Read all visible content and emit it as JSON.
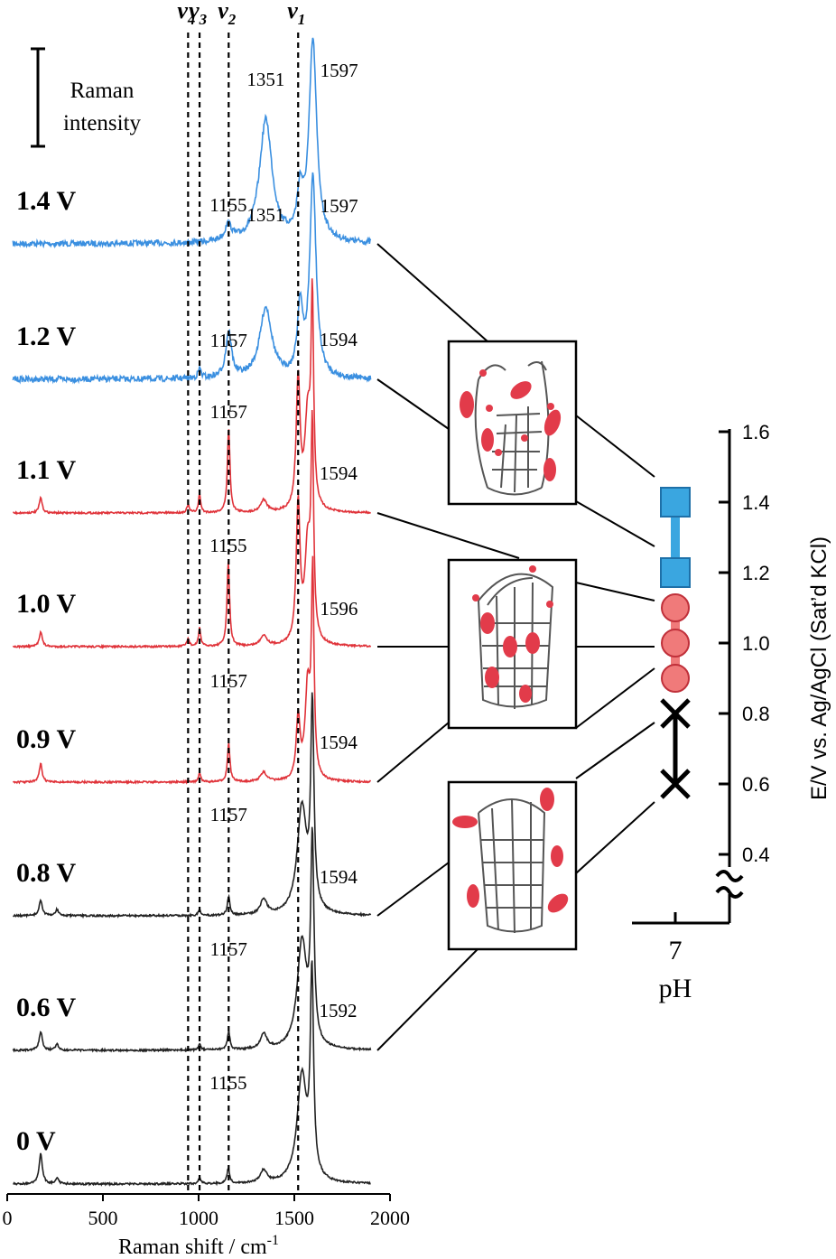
{
  "chart_data": [
    {
      "type": "line",
      "title": "",
      "xlabel": "Raman shift / cm",
      "xlabel_superscript": "-1",
      "ylabel": "",
      "xlim": [
        0,
        2000
      ],
      "xticks": [
        0,
        500,
        1000,
        1500,
        2000
      ],
      "scale_bar_label": [
        "Raman",
        "intensity"
      ],
      "mode_lines": [
        {
          "mode": "ν",
          "sub": "4",
          "x": 945
        },
        {
          "mode": "ν",
          "sub": "3",
          "x": 1005
        },
        {
          "mode": "ν",
          "sub": "2",
          "x": 1157
        },
        {
          "mode": "ν",
          "sub": "1",
          "x": 1520
        }
      ],
      "series": [
        {
          "name": "1.4 V",
          "color": "#3a8fe0",
          "peaks": [
            {
              "x": 1155,
              "h": 0.1,
              "w": 22
            },
            {
              "x": 1351,
              "h": 0.8,
              "w": 40
            },
            {
              "x": 1530,
              "h": 0.28,
              "w": 18
            },
            {
              "x": 1597,
              "h": 1.3,
              "w": 24
            }
          ],
          "labels": [
            {
              "x": 1155,
              "text": "1155"
            },
            {
              "x": 1351,
              "text": "1351"
            },
            {
              "x": 1597,
              "text": "1597"
            }
          ]
        },
        {
          "name": "1.2 V",
          "color": "#3a8fe0",
          "peaks": [
            {
              "x": 1005,
              "h": 0.06,
              "w": 10
            },
            {
              "x": 1157,
              "h": 0.3,
              "w": 18
            },
            {
              "x": 1351,
              "h": 0.46,
              "w": 38
            },
            {
              "x": 1530,
              "h": 0.45,
              "w": 16
            },
            {
              "x": 1597,
              "h": 1.3,
              "w": 20
            }
          ],
          "labels": [
            {
              "x": 1157,
              "text": "1157"
            },
            {
              "x": 1351,
              "text": "1351"
            },
            {
              "x": 1597,
              "text": "1597"
            }
          ]
        },
        {
          "name": "1.1 V",
          "color": "#e0333a",
          "peaks": [
            {
              "x": 175,
              "h": 0.1,
              "w": 9
            },
            {
              "x": 945,
              "h": 0.05,
              "w": 8
            },
            {
              "x": 1005,
              "h": 0.12,
              "w": 7
            },
            {
              "x": 1157,
              "h": 0.55,
              "w": 8
            },
            {
              "x": 1340,
              "h": 0.08,
              "w": 20
            },
            {
              "x": 1520,
              "h": 0.85,
              "w": 12
            },
            {
              "x": 1570,
              "h": 0.6,
              "w": 18
            },
            {
              "x": 1594,
              "h": 1.3,
              "w": 8
            }
          ],
          "labels": [
            {
              "x": 1157,
              "text": "1157"
            },
            {
              "x": 1594,
              "text": "1594"
            }
          ]
        },
        {
          "name": "1.0 V",
          "color": "#e0333a",
          "peaks": [
            {
              "x": 175,
              "h": 0.1,
              "w": 9
            },
            {
              "x": 945,
              "h": 0.05,
              "w": 8
            },
            {
              "x": 1005,
              "h": 0.12,
              "w": 7
            },
            {
              "x": 1155,
              "h": 0.55,
              "w": 8
            },
            {
              "x": 1340,
              "h": 0.07,
              "w": 20
            },
            {
              "x": 1520,
              "h": 0.9,
              "w": 12
            },
            {
              "x": 1570,
              "h": 0.62,
              "w": 18
            },
            {
              "x": 1594,
              "h": 1.3,
              "w": 8
            }
          ],
          "labels": [
            {
              "x": 1155,
              "text": "1155"
            },
            {
              "x": 1594,
              "text": "1594"
            }
          ]
        },
        {
          "name": "0.9 V",
          "color": "#e0333a",
          "peaks": [
            {
              "x": 175,
              "h": 0.12,
              "w": 9
            },
            {
              "x": 1005,
              "h": 0.06,
              "w": 7
            },
            {
              "x": 1157,
              "h": 0.25,
              "w": 8
            },
            {
              "x": 1340,
              "h": 0.06,
              "w": 20
            },
            {
              "x": 1520,
              "h": 0.4,
              "w": 12
            },
            {
              "x": 1570,
              "h": 0.6,
              "w": 16
            },
            {
              "x": 1596,
              "h": 1.3,
              "w": 8
            }
          ],
          "labels": [
            {
              "x": 1157,
              "text": "1157"
            },
            {
              "x": 1596,
              "text": "1596"
            }
          ]
        },
        {
          "name": "0.8 V",
          "color": "#222222",
          "peaks": [
            {
              "x": 175,
              "h": 0.1,
              "w": 10
            },
            {
              "x": 260,
              "h": 0.04,
              "w": 10
            },
            {
              "x": 1005,
              "h": 0.04,
              "w": 7
            },
            {
              "x": 1157,
              "h": 0.12,
              "w": 8
            },
            {
              "x": 1340,
              "h": 0.1,
              "w": 20
            },
            {
              "x": 1540,
              "h": 0.7,
              "w": 30
            },
            {
              "x": 1594,
              "h": 1.3,
              "w": 10
            }
          ],
          "labels": [
            {
              "x": 1157,
              "text": "1157"
            },
            {
              "x": 1594,
              "text": "1594"
            }
          ]
        },
        {
          "name": "0.6 V",
          "color": "#222222",
          "peaks": [
            {
              "x": 175,
              "h": 0.12,
              "w": 10
            },
            {
              "x": 260,
              "h": 0.04,
              "w": 10
            },
            {
              "x": 1005,
              "h": 0.04,
              "w": 7
            },
            {
              "x": 1157,
              "h": 0.12,
              "w": 8
            },
            {
              "x": 1340,
              "h": 0.1,
              "w": 20
            },
            {
              "x": 1540,
              "h": 0.7,
              "w": 30
            },
            {
              "x": 1594,
              "h": 1.3,
              "w": 10
            }
          ],
          "labels": [
            {
              "x": 1157,
              "text": "1157"
            },
            {
              "x": 1594,
              "text": "1594"
            }
          ]
        },
        {
          "name": "0 V",
          "color": "#222222",
          "peaks": [
            {
              "x": 175,
              "h": 0.2,
              "w": 10
            },
            {
              "x": 260,
              "h": 0.04,
              "w": 10
            },
            {
              "x": 1005,
              "h": 0.04,
              "w": 7
            },
            {
              "x": 1155,
              "h": 0.1,
              "w": 8
            },
            {
              "x": 1340,
              "h": 0.08,
              "w": 20
            },
            {
              "x": 1540,
              "h": 0.7,
              "w": 30
            },
            {
              "x": 1592,
              "h": 1.3,
              "w": 10
            }
          ],
          "labels": [
            {
              "x": 1155,
              "text": "1155"
            },
            {
              "x": 1592,
              "text": "1592"
            }
          ]
        }
      ]
    },
    {
      "type": "scatter",
      "title": "",
      "xlabel": "pH",
      "ylabel": "E/V vs. Ag/AgCl (Sat’d KCl)",
      "x_ticks": [
        "7"
      ],
      "ylim": [
        0.4,
        1.6
      ],
      "yticks": [
        "0.4",
        "0.6",
        "0.8",
        "1.0",
        "1.2",
        "1.4",
        "1.6"
      ],
      "axis_break": true,
      "series": [
        {
          "marker": "cross",
          "color": "#000000",
          "points": [
            {
              "x": 7,
              "y": 0.6
            },
            {
              "x": 7,
              "y": 0.8
            }
          ]
        },
        {
          "marker": "circle",
          "color": "#f07a7a",
          "points": [
            {
              "x": 7,
              "y": 0.9
            },
            {
              "x": 7,
              "y": 1.0
            },
            {
              "x": 7,
              "y": 1.1
            }
          ]
        },
        {
          "marker": "square",
          "color": "#3aa6e0",
          "points": [
            {
              "x": 7,
              "y": 1.2
            },
            {
              "x": 7,
              "y": 1.4
            }
          ]
        }
      ]
    }
  ]
}
